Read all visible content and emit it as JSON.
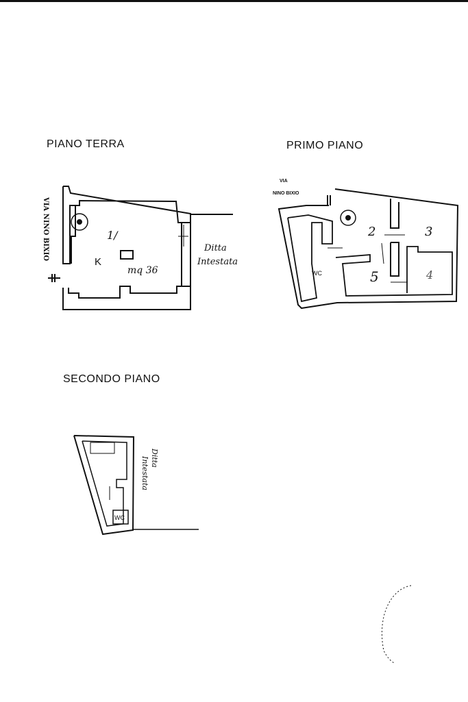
{
  "plans": {
    "ground": {
      "title": "PIANO TERRA",
      "street": "VIA NINO BIXIO",
      "room_label": "K",
      "room_number": "1/",
      "area": "mq 36",
      "neighbor": [
        "Ditta",
        "Intestata"
      ]
    },
    "first": {
      "title": "PRIMO PIANO",
      "street": [
        "VIA",
        "NINO BIXIO"
      ],
      "wc": "WC",
      "rooms": [
        "2",
        "3",
        "4",
        "5"
      ]
    },
    "second": {
      "title": "SECONDO PIANO",
      "wc": "WC",
      "neighbor": [
        "Ditta",
        "Intestata"
      ]
    }
  }
}
